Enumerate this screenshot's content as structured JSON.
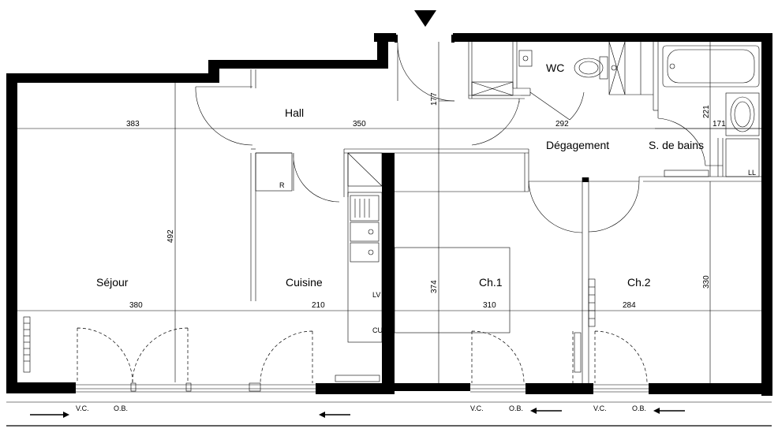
{
  "rooms": {
    "hall": "Hall",
    "wc": "WC",
    "degagement": "Dégagement",
    "sdb": "S. de bains",
    "sejour": "Séjour",
    "cuisine": "Cuisine",
    "ch1": "Ch.1",
    "ch2": "Ch.2"
  },
  "dimensions": {
    "d383": "383",
    "d350": "350",
    "d292": "292",
    "d171": "171",
    "d221": "221",
    "d177": "177",
    "d492": "492",
    "d374": "374",
    "d330": "330",
    "d380": "380",
    "d210": "210",
    "d310": "310",
    "d284": "284"
  },
  "fixtures": {
    "r": "R",
    "lv": "LV",
    "cu": "CU",
    "ll": "LL"
  },
  "shutters": {
    "vc": "V.C.",
    "ob": "O.B."
  },
  "symbols": {
    "entrance": "entrance-arrow-icon"
  }
}
